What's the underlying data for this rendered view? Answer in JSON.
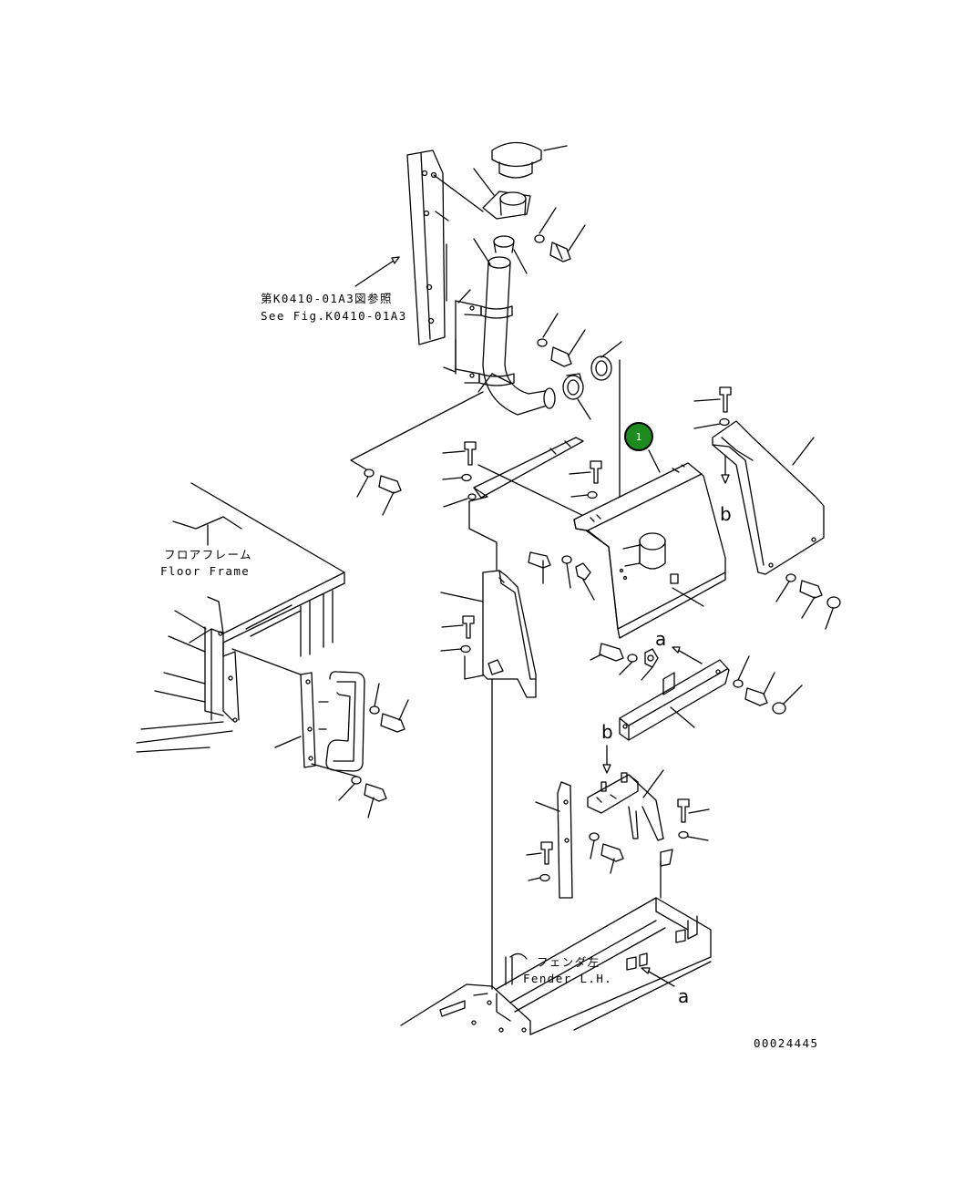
{
  "labels": {
    "ref_ja": "第K0410-01A3図参照",
    "ref_en": "See Fig.K0410-01A3",
    "floor_ja": "フロアフレーム",
    "floor_en": "Floor Frame",
    "fender_ja": "フェンダ左",
    "fender_en": "Fender L.H.",
    "part_number": "00024445"
  },
  "callout": {
    "number": "1",
    "color": "#1e8b1e"
  },
  "letters": {
    "a_top": "a",
    "a_bottom": "a",
    "b_right": "b",
    "b_center": "b"
  }
}
